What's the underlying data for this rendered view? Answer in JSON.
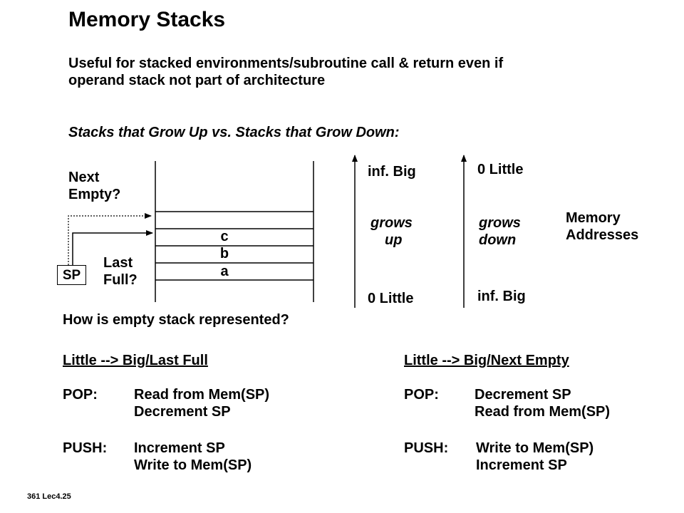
{
  "slide": {
    "title": "Memory Stacks",
    "subtitle_line1": "Useful for stacked environments/subroutine call & return even if",
    "subtitle_line2": "operand stack not part of architecture",
    "section_heading": "Stacks that Grow Up vs. Stacks that Grow Down:",
    "footer": "361  Lec4.25"
  },
  "diagram": {
    "next_empty_line1": "Next",
    "next_empty_line2": "Empty?",
    "last_full_line1": "Last",
    "last_full_line2": "Full?",
    "sp_label": "SP",
    "cells": [
      "c",
      "b",
      "a"
    ],
    "grows_up": {
      "top": "inf.  Big",
      "mid_line1": "grows",
      "mid_line2": "up",
      "bottom": "0  Little"
    },
    "grows_down": {
      "top": "0  Little",
      "mid_line1": "grows",
      "mid_line2": "down",
      "bottom": "inf.  Big"
    },
    "memory_line1": "Memory",
    "memory_line2": "Addresses"
  },
  "question": "How is empty stack represented?",
  "last_full": {
    "title": "Little --> Big/Last Full",
    "pop_label": "POP:",
    "pop_steps": [
      "Read from Mem(SP)",
      "Decrement SP"
    ],
    "push_label": "PUSH:",
    "push_steps": [
      "Increment SP",
      "Write to Mem(SP)"
    ]
  },
  "next_empty": {
    "title": "Little --> Big/Next Empty",
    "pop_label": "POP:",
    "pop_steps": [
      "Decrement SP",
      "Read from Mem(SP)"
    ],
    "push_label": "PUSH:",
    "push_steps": [
      "Write to Mem(SP)",
      "Increment SP"
    ]
  }
}
